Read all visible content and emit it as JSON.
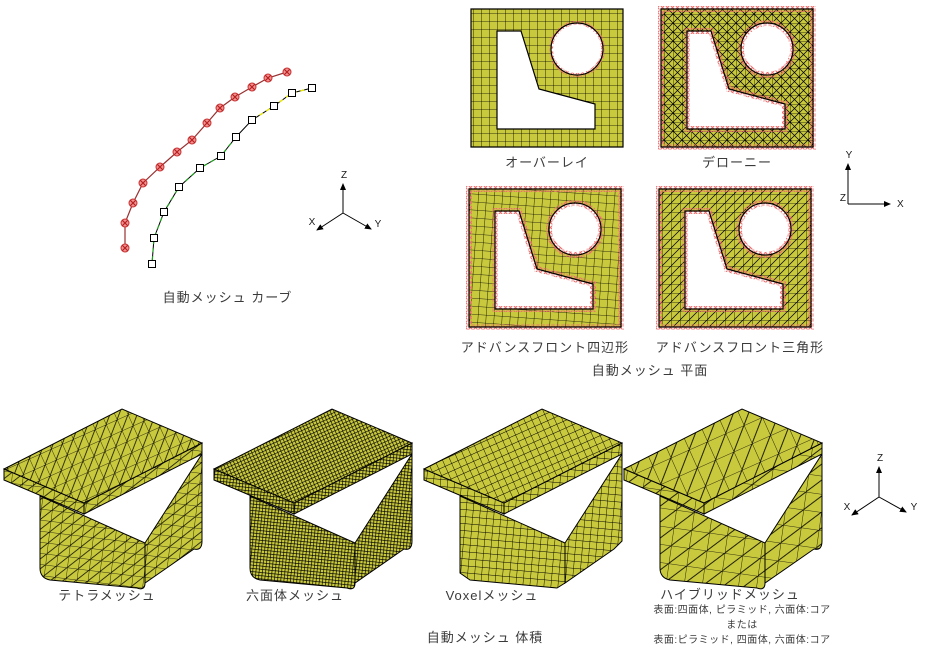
{
  "figure_title": "自動メッシュ",
  "colors": {
    "mesh_fill": "#c9c93e",
    "mesh_line": "#000000",
    "boundary_marker_red": "#ee7070",
    "curve_line_red": "#993030",
    "curve_node_red": "#f49090",
    "curve_seg_green": "#19a319",
    "curve_seg_yellow": "#e6e600",
    "text": "#3a3a3a"
  },
  "curve_section": {
    "caption": "自動メッシュ カーブ",
    "axis": {
      "up": "Z",
      "lower_left": "X",
      "lower_right": "Y"
    }
  },
  "plane_section": {
    "caption": "自動メッシュ 平面",
    "panels": [
      {
        "label": "オーバーレイ",
        "mesh": "quad",
        "red_boundary": false
      },
      {
        "label": "デローニー",
        "mesh": "triangle",
        "red_boundary": true
      },
      {
        "label": "アドバンスフロント四辺形",
        "mesh": "quad",
        "red_boundary": true
      },
      {
        "label": "アドバンスフロント三角形",
        "mesh": "triangle",
        "red_boundary": true
      }
    ],
    "axis": {
      "up": "Y",
      "right": "X",
      "origin": "Z"
    }
  },
  "volume_section": {
    "caption": "自動メッシュ 体積",
    "panels": [
      {
        "label": "テトラメッシュ",
        "mesh": "tetra"
      },
      {
        "label": "六面体メッシュ",
        "mesh": "hexa"
      },
      {
        "label": "Voxelメッシュ",
        "mesh": "voxel"
      },
      {
        "label": "ハイブリッドメッシュ",
        "mesh": "hybrid",
        "notes": [
          "表面:四面体, ピラミッド, 六面体:コア",
          "または",
          "表面:ピラミッド, 四面体, 六面体:コア"
        ]
      }
    ],
    "axis": {
      "up": "Z",
      "lower_left": "X",
      "lower_right": "Y"
    }
  }
}
